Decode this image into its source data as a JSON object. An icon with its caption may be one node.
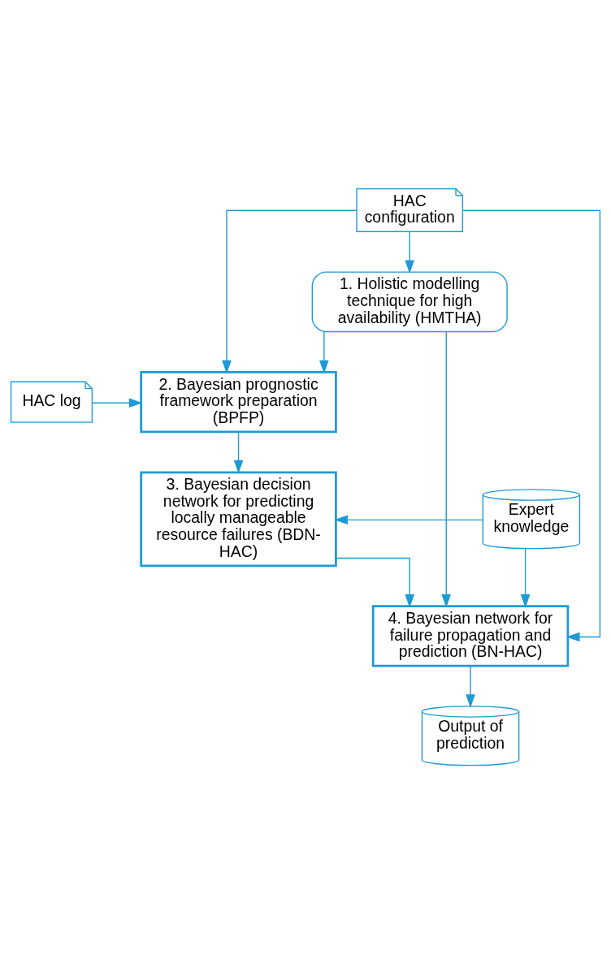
{
  "diagram": {
    "nodes": [
      {
        "text": [
          "HAC configuration"
        ]
      },
      {
        "text": [
          "1. Holistic modelling technique for high availability (HMTHA)"
        ]
      },
      {
        "text": [
          "HAC log"
        ]
      },
      {
        "text": [
          "2. Bayesian prognostic framework preparation (BPFP)"
        ]
      },
      {
        "text": [
          "3. Bayesian decision network for predicting locally manageable resource failures (BDN-HAC)"
        ]
      },
      {
        "text": [
          "Expert knowledge"
        ]
      },
      {
        "text": [
          "4. Bayesian network for failure propagation and prediction (BN-HAC)"
        ]
      },
      {
        "text": [
          "Output of prediction"
        ]
      }
    ],
    "edges": [
      {
        "from": 0,
        "to": 1,
        "arrow": "to"
      },
      {
        "from": 0,
        "to": 3,
        "arrow": "to"
      },
      {
        "from": 0,
        "to": 6,
        "arrow": "to"
      },
      {
        "from": 1,
        "to": 3,
        "arrow": "to"
      },
      {
        "from": 1,
        "to": 6,
        "arrow": "to"
      },
      {
        "from": 2,
        "to": 3,
        "arrow": "to"
      },
      {
        "from": 3,
        "to": 4,
        "arrow": "to"
      },
      {
        "from": 5,
        "to": 4,
        "arrow": "to"
      },
      {
        "from": 5,
        "to": 6,
        "arrow": "to"
      },
      {
        "from": 4,
        "to": 6,
        "arrow": "to"
      },
      {
        "from": 6,
        "to": 7,
        "arrow": "to"
      }
    ]
  }
}
